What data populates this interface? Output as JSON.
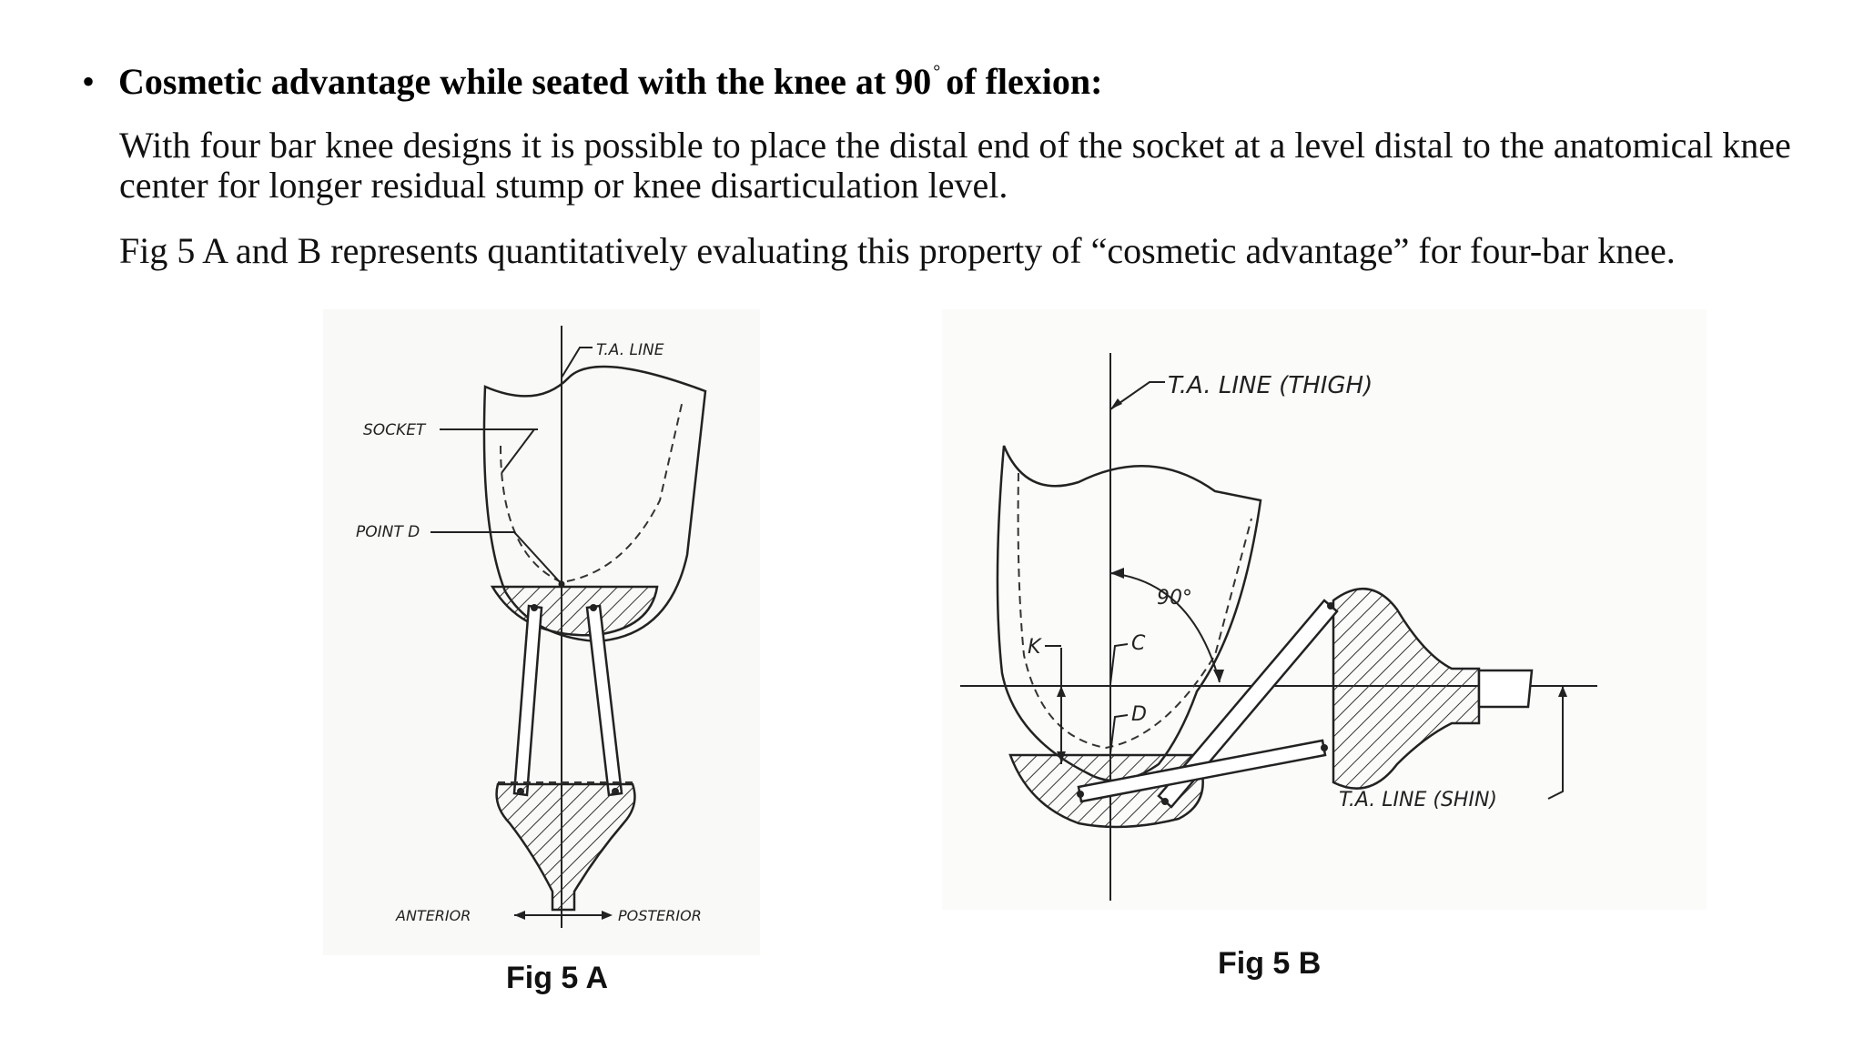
{
  "heading": {
    "bullet": "•",
    "before": "Cosmetic advantage while seated with the knee at 90",
    "degree": "°",
    "after": "of flexion:"
  },
  "paragraphs": {
    "p1": "With four bar knee designs it is possible to place the distal end of the socket at a level distal to the anatomical knee center for longer residual stump or knee disarticulation level.",
    "p2": "Fig 5 A and B represents quantitatively evaluating this property of “cosmetic advantage” for four-bar knee."
  },
  "figure_a": {
    "labels": {
      "ta_line": "T.A. LINE",
      "socket": "SOCKET",
      "point_d": "POINT D",
      "anterior": "ANTERIOR",
      "posterior": "POSTERIOR"
    },
    "caption": "Fig 5 A"
  },
  "figure_b": {
    "labels": {
      "ta_line_thigh": "T.A. LINE (THIGH)",
      "angle": "90°",
      "k": "K",
      "c": "C",
      "d": "D",
      "ta_line_shin": "T.A. LINE (SHIN)"
    },
    "caption": "Fig 5 B"
  }
}
